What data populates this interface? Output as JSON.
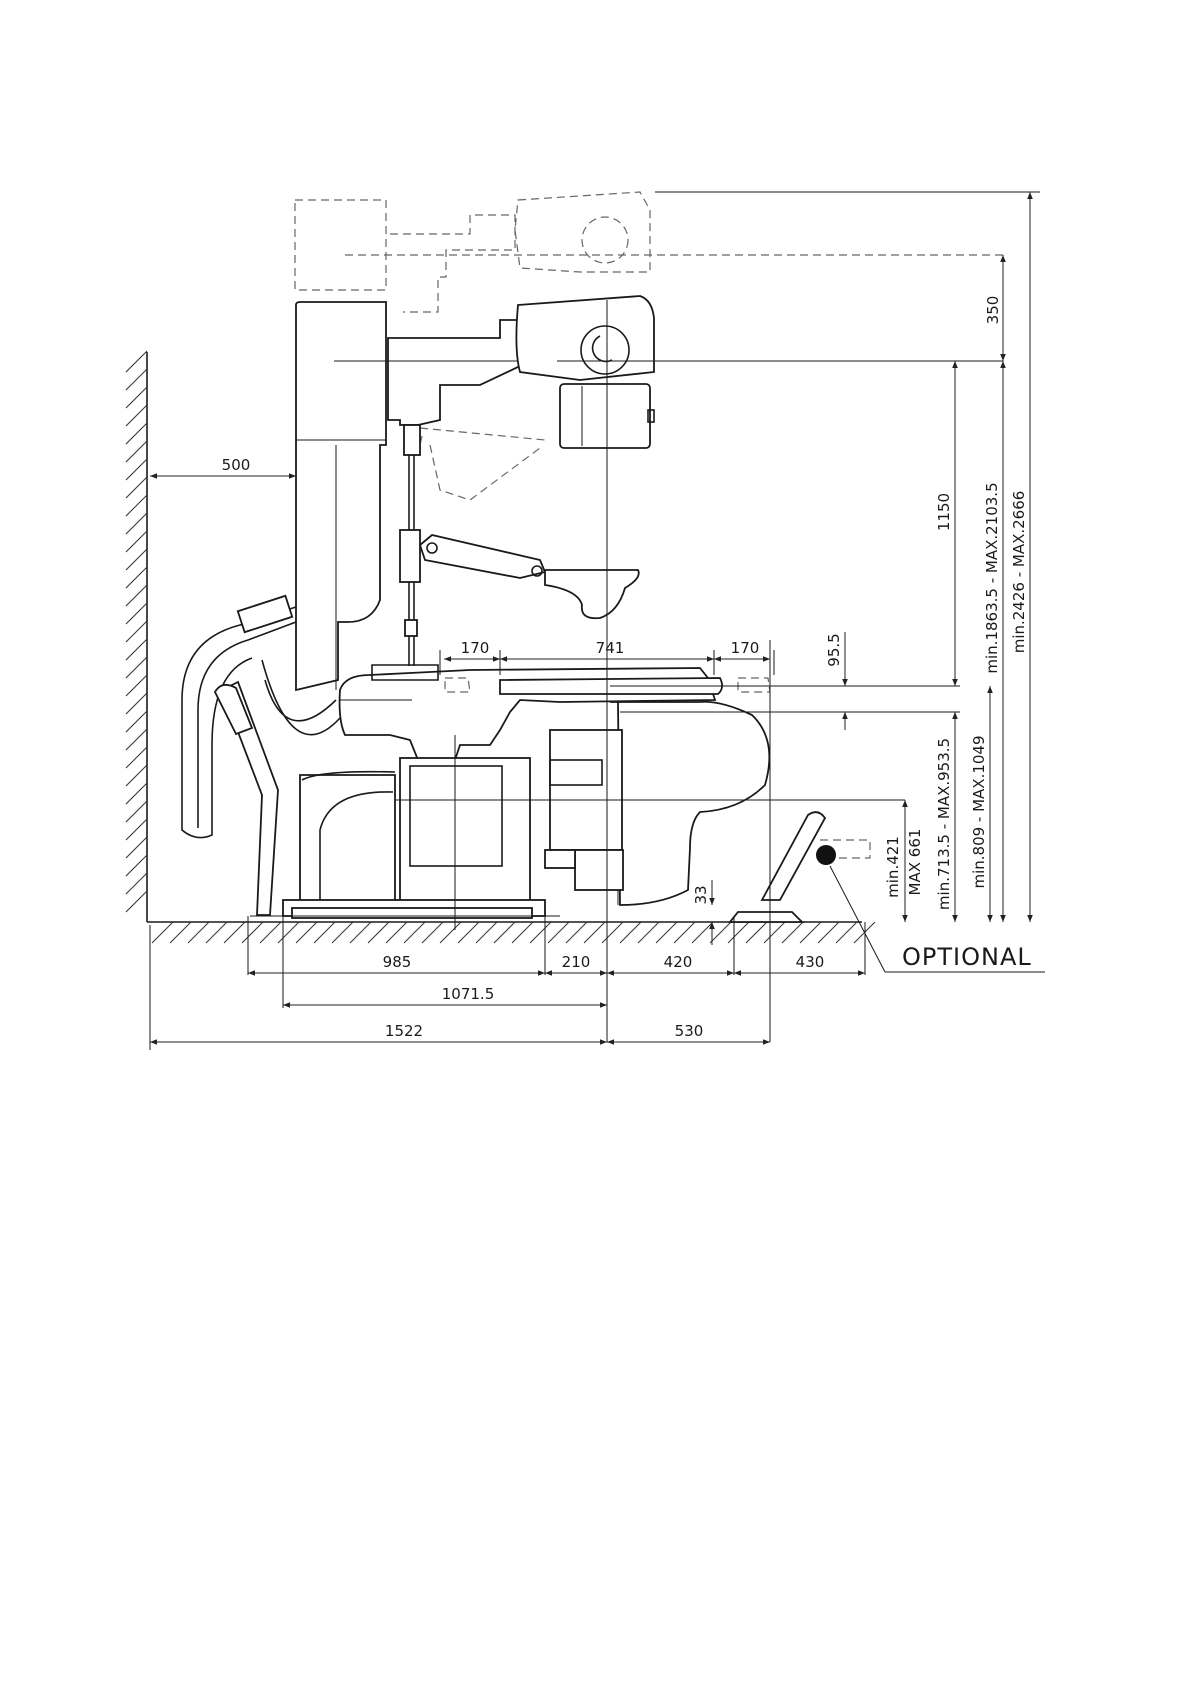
{
  "horizontal_dimensions": {
    "wall_clearance": "500",
    "chair_base": "985",
    "offset_210": "210",
    "front_420": "420",
    "pedal_430": "430",
    "base_to_center": "1071.5",
    "overall_rear": "1522",
    "overall_front": "530",
    "tray_left": "170",
    "tray_width": "741",
    "tray_right": "170"
  },
  "vertical_dimensions": {
    "lamp_travel": "350",
    "lamp_height": "1150",
    "tray_offset": "95.5",
    "pedal_clearance": "33",
    "seat_height_min": "min.421",
    "seat_height_max": "MAX 661",
    "range_713": "min.713.5  -  MAX.953.5",
    "range_809": "min.809  -  MAX.1049",
    "range_1863": "min.1863.5  -  MAX.2103.5",
    "range_2426": "min.2426  -  MAX.2666"
  },
  "callout": {
    "optional": "OPTIONAL"
  }
}
